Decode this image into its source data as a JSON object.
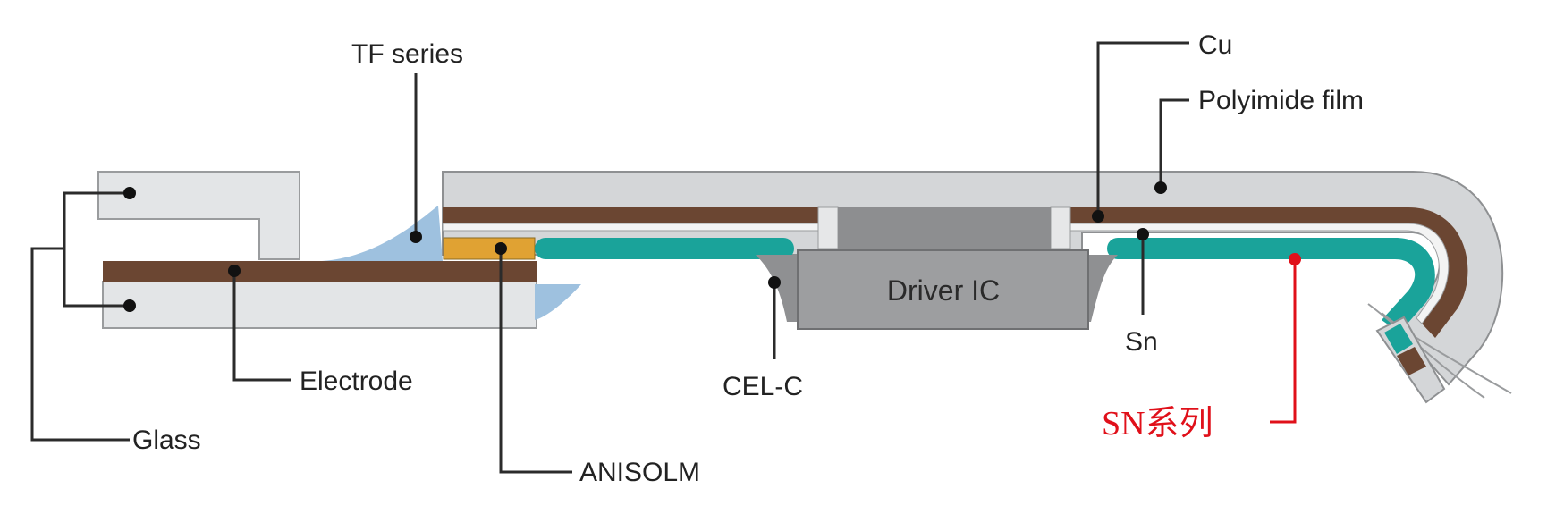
{
  "labels": {
    "tf_series": "TF series",
    "cu": "Cu",
    "polyimide": "Polyimide film",
    "driver_ic": "Driver IC",
    "electrode": "Electrode",
    "glass": "Glass",
    "anisolm": "ANISOLM",
    "cel_c": "CEL-C",
    "sn": "Sn",
    "sn_series": "SN系列"
  },
  "colors": {
    "glass": "#e2e4e6",
    "copper_brown": "#6b4632",
    "teal": "#1aa39a",
    "anisolm_orange": "#e0a233",
    "tf_blue": "#9ec1df",
    "gray_film": "#c9cbcd",
    "driver_ic": "#9a9b9d",
    "cel_c": "#8f9092",
    "leader": "#2b2b2b",
    "accent_red": "#e0101a"
  }
}
